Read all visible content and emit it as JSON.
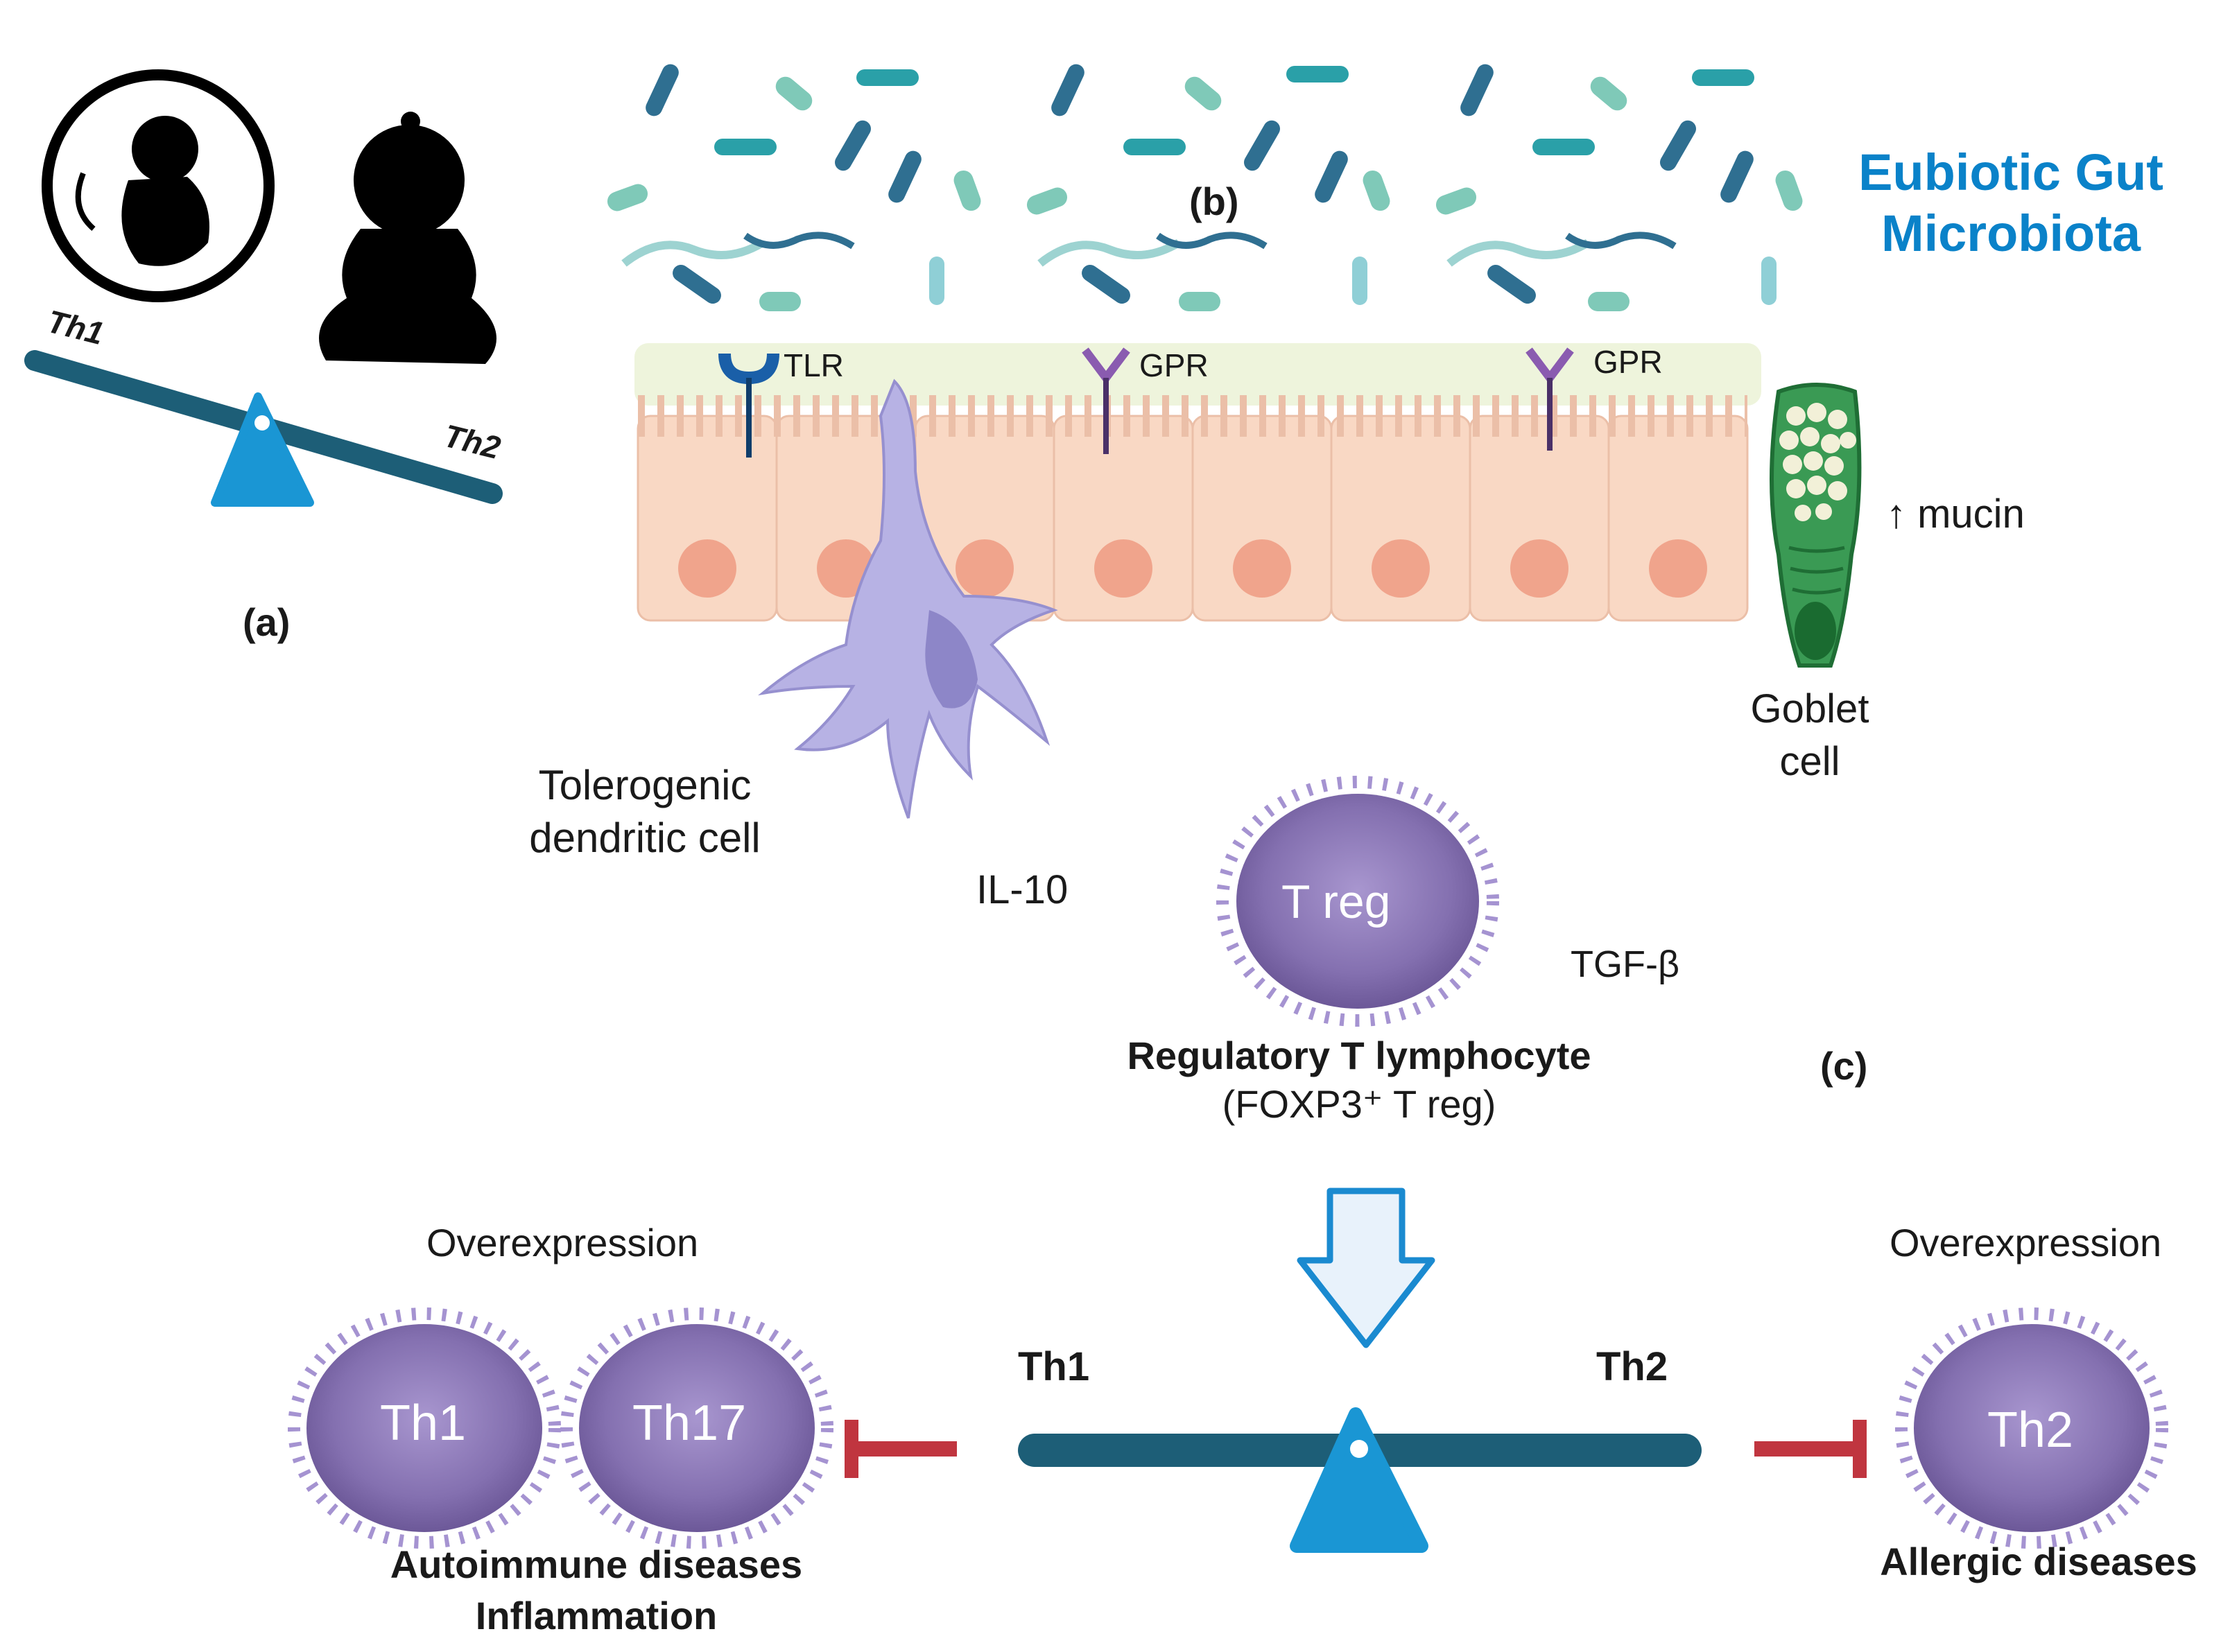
{
  "panels": {
    "a": "(a)",
    "b": "(b)",
    "c": "(c)"
  },
  "seesaw_small": {
    "left": "Th1",
    "right": "Th2"
  },
  "microbiota_title": {
    "line1": "Eubiotic Gut",
    "line2": "Microbiota"
  },
  "receptors": {
    "tlr": "TLR",
    "gpr1": "GPR",
    "gpr2": "GPR"
  },
  "mucin": "↑ mucin",
  "goblet": {
    "line1": "Goblet",
    "line2": "cell"
  },
  "dendritic": {
    "line1": "Tolerogenic",
    "line2": "dendritic cell"
  },
  "il10": "IL-10",
  "treg_cell_label": "T reg",
  "tgfb": "TGF-β",
  "treg_title": "Regulatory T lymphocyte",
  "treg_sub": "(FOXP3⁺ T reg)",
  "left_group": {
    "overexpression": "Overexpression",
    "cell1": "Th1",
    "cell2": "Th17",
    "disease1": "Autoimmune diseases",
    "disease2": "Inflammation"
  },
  "right_group": {
    "overexpression": "Overexpression",
    "cell": "Th2",
    "disease": "Allergic diseases"
  },
  "seesaw_big": {
    "left": "Th1",
    "right": "Th2"
  },
  "colors": {
    "accent_blue": "#0a82c9",
    "beam": "#1d5e77",
    "fulcrum": "#1a96d4",
    "epithelium": "#f9d8c4",
    "nucleus": "#f0a48c",
    "mucus": "#eef4dc",
    "dendritic": "#b7b2e4",
    "goblet": "#3a9a54",
    "tcell": "#8d76b8",
    "inhibit": "#c0353f"
  }
}
